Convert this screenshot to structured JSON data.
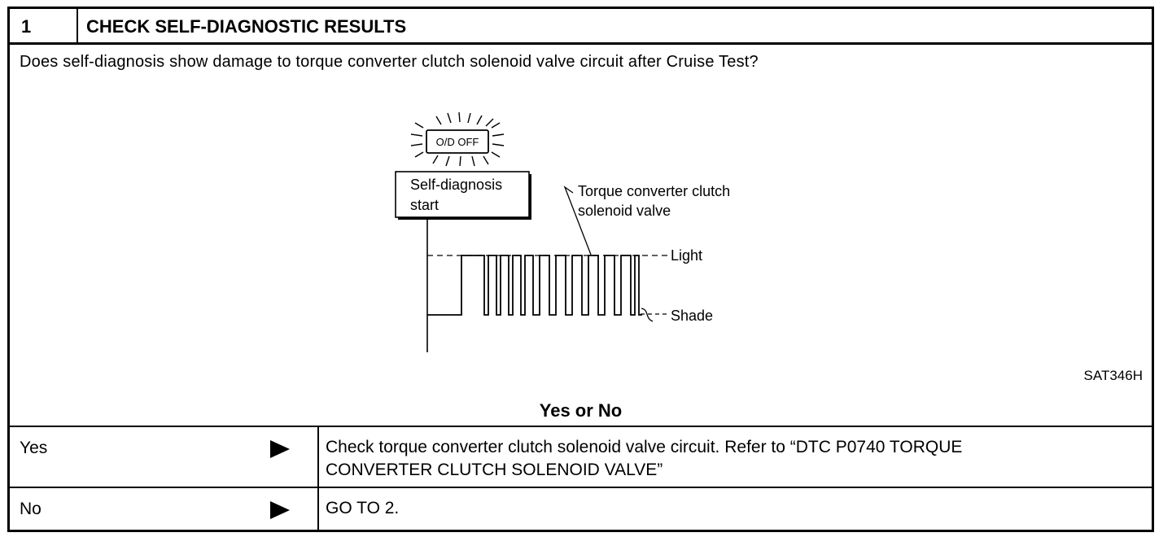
{
  "step": {
    "number": "1",
    "title": "CHECK SELF-DIAGNOSTIC RESULTS"
  },
  "question": "Does self-diagnosis show damage to torque converter clutch solenoid valve circuit after Cruise Test?",
  "figure": {
    "indicator_lamp": "O/D OFF",
    "start_box_line1": "Self-diagnosis",
    "start_box_line2": "start",
    "callout_line1": "Torque converter clutch",
    "callout_line2": "solenoid valve",
    "light_label": "Light",
    "shade_label": "Shade",
    "figure_code": "SAT346H"
  },
  "decision_title": "Yes or No",
  "answers": [
    {
      "label": "Yes",
      "action_line1": "Check torque converter clutch solenoid valve circuit. Refer to “DTC P0740 TORQUE",
      "action_line2": "CONVERTER CLUTCH SOLENOID VALVE”"
    },
    {
      "label": "No",
      "action_line1": "GO TO 2."
    }
  ]
}
